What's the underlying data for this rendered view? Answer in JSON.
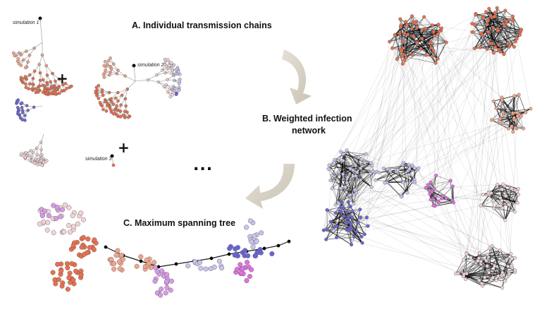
{
  "titles": {
    "a": "A. Individual transmission chains",
    "b_line1": "B. Weighted infection",
    "b_line2": "network",
    "c": "C. Maximum spanning tree"
  },
  "simulations": {
    "sim1": "simulation 1",
    "sim2": "simulation 2",
    "sim3": "simulation 3"
  },
  "symbols": {
    "plus": "+",
    "ellipsis": "..."
  },
  "colors": {
    "red": "#e8704f",
    "salmon": "#f0a58c",
    "lightpink": "#f3d3d6",
    "lavender": "#c9c3ec",
    "blue": "#6a63d8",
    "magenta": "#e070e0",
    "violet": "#d79ae6",
    "arrow": "#d9d3c7",
    "edge": "#000000"
  }
}
